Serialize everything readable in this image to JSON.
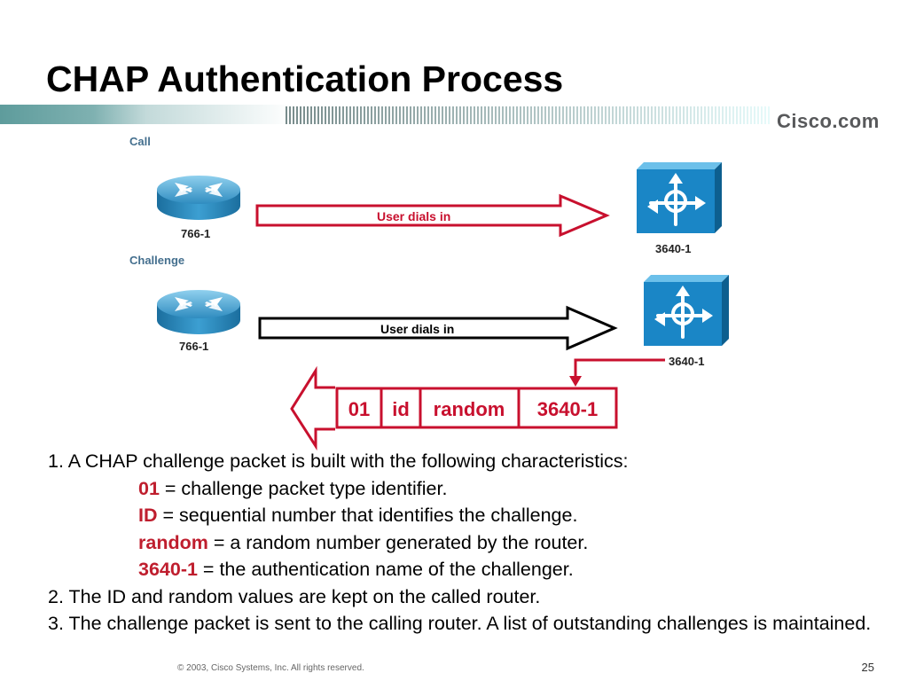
{
  "slide": {
    "title": "CHAP Authentication Process"
  },
  "header": {
    "brand": "Cisco.com"
  },
  "diagram": {
    "call_label": "Call",
    "challenge_label": "Challenge",
    "call_router_name": "766-1",
    "call_server_name": "3640-1",
    "call_arrow_label": "User dials in",
    "challenge_router_name": "766-1",
    "challenge_server_name": "3640-1",
    "challenge_arrow_label": "User dials in",
    "packet_fields": [
      "01",
      "id",
      "random",
      "3640-1"
    ],
    "accent_color": "#c8102e"
  },
  "steps": {
    "step1": "1. A CHAP challenge packet is built with the following characteristics:",
    "items": [
      {
        "term": "01",
        "desc": " = challenge packet type identifier."
      },
      {
        "term": "ID",
        "desc": " = sequential number that identifies the challenge."
      },
      {
        "term": "random",
        "desc": " = a random number generated by the router."
      },
      {
        "term": "3640-1",
        "desc": " = the authentication name of the challenger."
      }
    ],
    "step2": "2. The ID and random values are kept on the called router.",
    "step3": "3. The challenge packet is sent to the calling router. A list of outstanding challenges is maintained."
  },
  "footer": {
    "copyright": "© 2003, Cisco Systems, Inc. All rights reserved.",
    "page_number": "25"
  }
}
